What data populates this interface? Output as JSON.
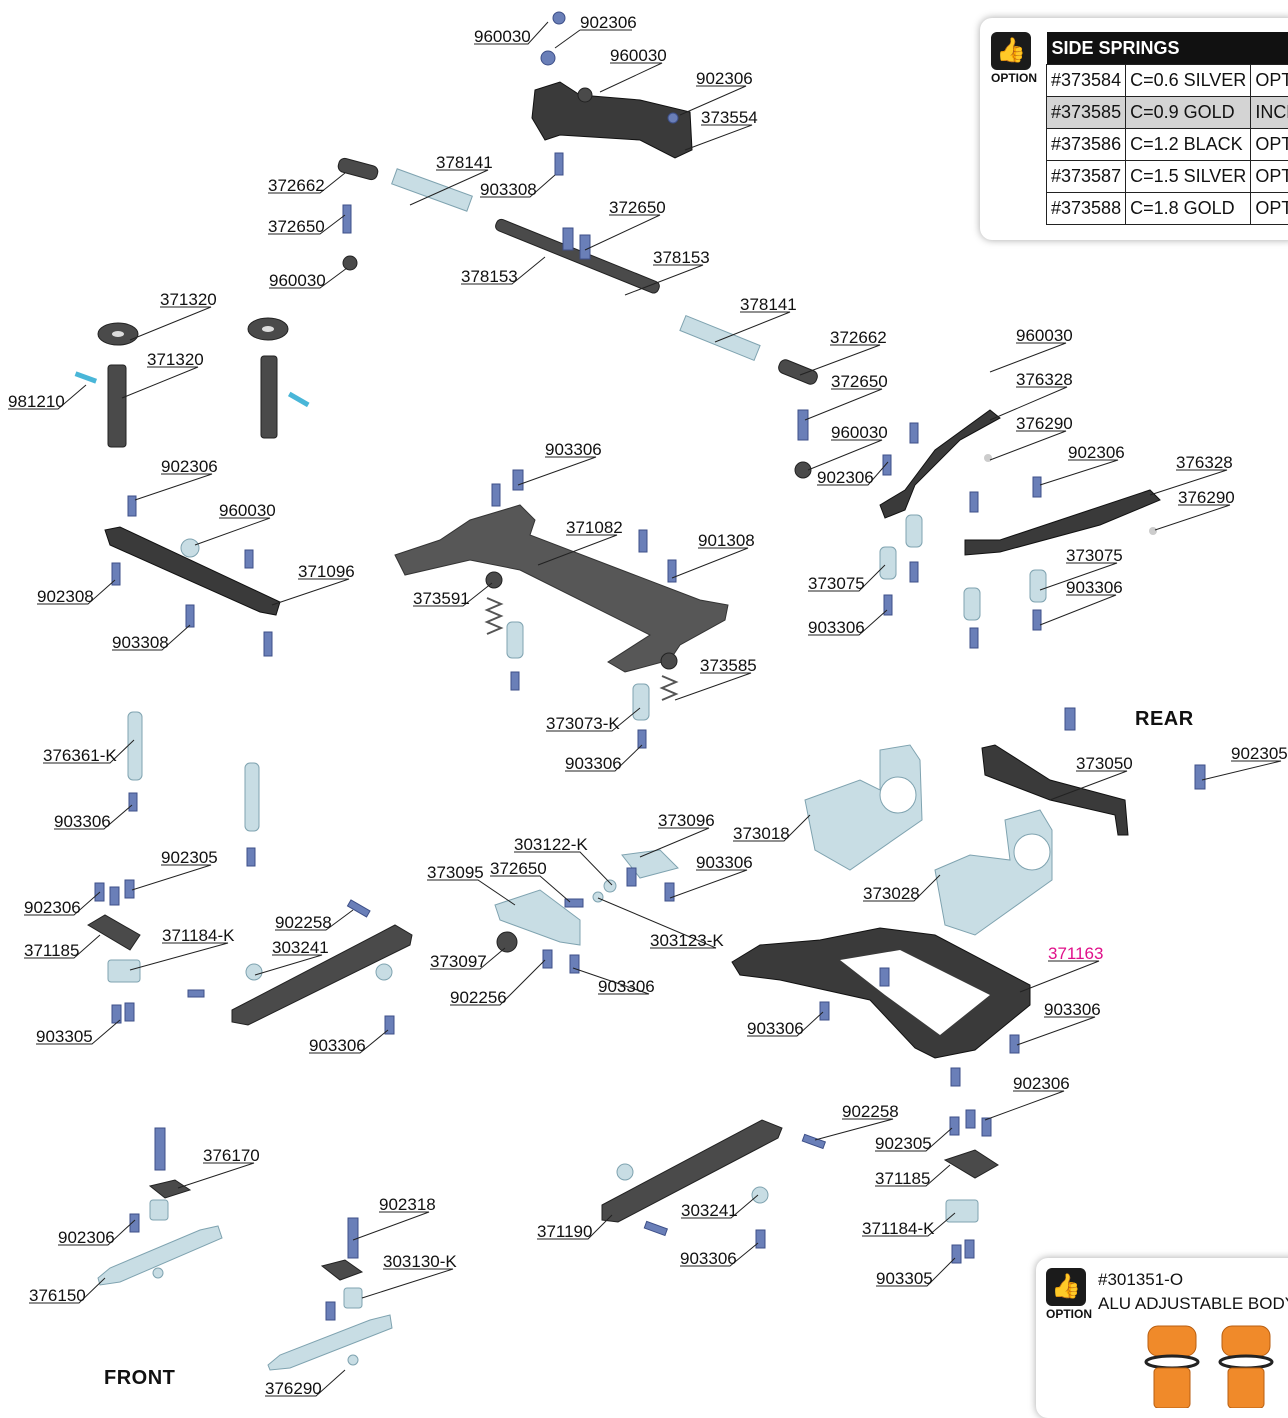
{
  "direction_labels": {
    "rear": "REAR",
    "front": "FRONT"
  },
  "option_label": "OPTION",
  "side_springs": {
    "title": "SIDE SPRINGS",
    "rows": [
      {
        "part": "#373584",
        "rate": "C=0.6 SILVER",
        "status": "OPTION"
      },
      {
        "part": "#373585",
        "rate": "C=0.9 GOLD",
        "status": "INCLUDED"
      },
      {
        "part": "#373586",
        "rate": "C=1.2 BLACK",
        "status": "OPTION"
      },
      {
        "part": "#373587",
        "rate": "C=1.5 SILVER",
        "status": "OPTION"
      },
      {
        "part": "#373588",
        "rate": "C=1.8 GOLD",
        "status": "OPTION"
      }
    ],
    "highlight_row": 1
  },
  "body_post_option": {
    "part": "#301351-O",
    "description": "ALU ADJUSTABLE BODY POST"
  },
  "highlight_color": "#e0108a",
  "part_labels": [
    "960030",
    "902306",
    "960030",
    "902306",
    "373554",
    "378141",
    "903308",
    "372662",
    "372650",
    "960030",
    "372650",
    "378153",
    "378153",
    "378141",
    "371320",
    "371320",
    "981210",
    "372662",
    "372650",
    "960030",
    "376328",
    "960030",
    "376290",
    "902306",
    "902306",
    "376328",
    "376290",
    "902306",
    "960030",
    "371096",
    "902308",
    "903308",
    "903306",
    "371082",
    "901308",
    "373591",
    "373585",
    "373073-K",
    "903306",
    "373075",
    "373075",
    "903306",
    "903306",
    "376361-K",
    "903306",
    "902305",
    "902306",
    "371185",
    "371184-K",
    "902258",
    "303241",
    "903305",
    "903306",
    "373096",
    "303122-K",
    "373095",
    "372650",
    "903306",
    "303123-K",
    "373097",
    "902256",
    "903306",
    "373018",
    "373050",
    "902305",
    "373028",
    "371163",
    "903306",
    "903306",
    "902306",
    "902258",
    "902305",
    "371185",
    "371184-K",
    "903305",
    "371190",
    "303241",
    "903306",
    "376170",
    "902306",
    "376150",
    "902318",
    "303130-K",
    "376290"
  ]
}
